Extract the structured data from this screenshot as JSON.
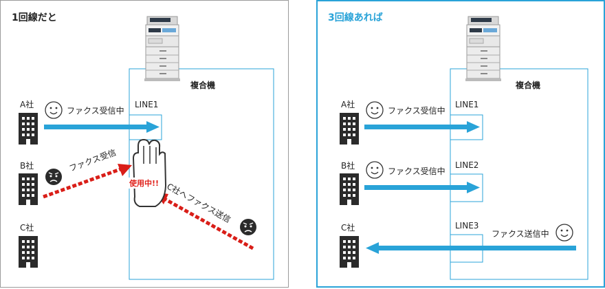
{
  "left": {
    "title": "1回線だと",
    "mfp_label": "複合機",
    "companies": [
      "A社",
      "B社",
      "C社"
    ],
    "line": "LINE1",
    "msg_a": "ファクス受信中",
    "msg_b": "ファクス受信",
    "msg_c": "C社へファクス送信",
    "in_use": "使用中!!"
  },
  "right": {
    "title": "3回線あれば",
    "mfp_label": "複合機",
    "companies": [
      "A社",
      "B社",
      "C社"
    ],
    "lines": [
      "LINE1",
      "LINE2",
      "LINE3"
    ],
    "msg_a": "ファクス受信中",
    "msg_b": "ファクス受信中",
    "msg_c": "ファクス送信中"
  },
  "colors": {
    "blue": "#29a3d8",
    "red": "#d91e18",
    "frame_left": "#9a9a9a"
  }
}
